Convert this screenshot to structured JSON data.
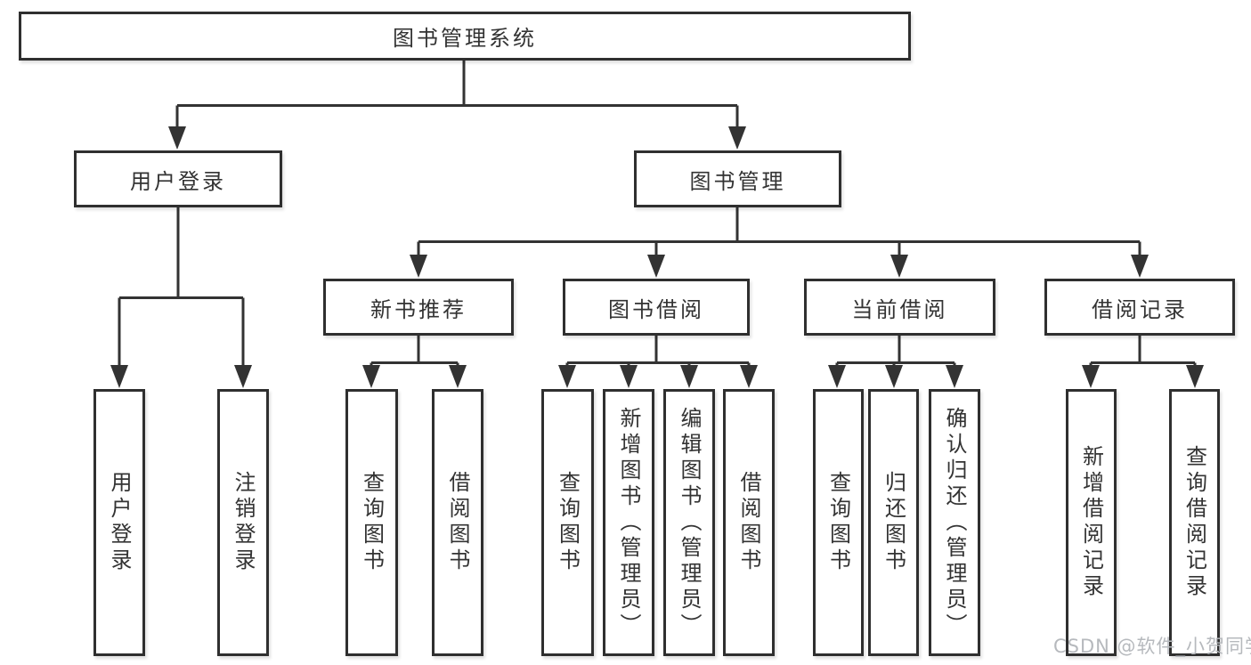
{
  "nodes": {
    "root": "图书管理系统",
    "level2": [
      "用户登录",
      "图书管理"
    ],
    "level3": [
      "新书推荐",
      "图书借阅",
      "当前借阅",
      "借阅记录"
    ],
    "leaves_user_login": [
      "用户登录",
      "注销登录"
    ],
    "leaves_new_book": [
      "查询图书",
      "借阅图书"
    ],
    "leaves_book_lending": [
      "查询图书",
      "新增图书（管理员）",
      "编辑图书（管理员）",
      "借阅图书"
    ],
    "leaves_current_lending": [
      "查询图书",
      "归还图书",
      "确认归还（管理员）"
    ],
    "leaves_lending_record": [
      "新增借阅记录",
      "查询借阅记录"
    ]
  },
  "watermark": "CSDN @软件_小贺同学",
  "colors": {
    "line": "#333333",
    "box_border": "#2f2f2f",
    "box_fill": "#ffffff",
    "text": "#333333",
    "watermark": "#b6b9bd",
    "background": "#ffffff"
  }
}
